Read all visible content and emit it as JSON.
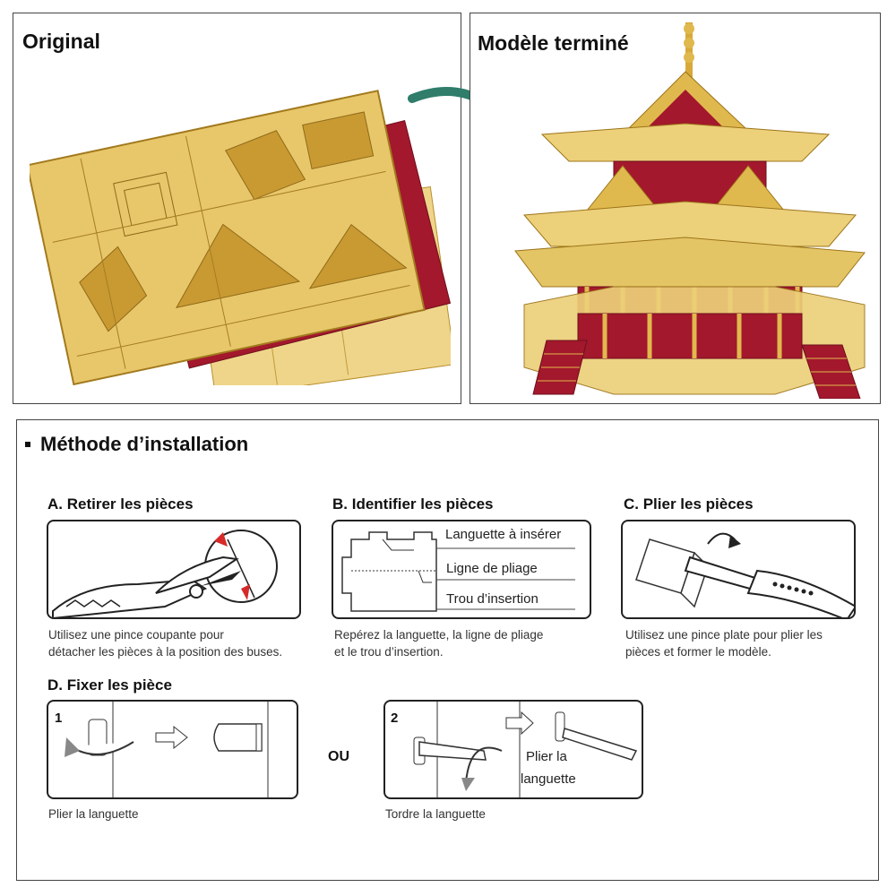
{
  "top": {
    "original_title": "Original",
    "finished_title": "Modèle terminé"
  },
  "instructions": {
    "title": "Méthode d’installation",
    "step_a": {
      "title": "A. Retirer les pièces",
      "caption_line1": "Utilisez une pince coupante pour",
      "caption_line2": "détacher les pièces à la position des buses."
    },
    "step_b": {
      "title": "B. Identifier les pièces",
      "label_tab": "Languette à insérer",
      "label_fold": "Ligne de pliage",
      "label_hole": "Trou d’insertion",
      "caption_line1": "Repérez la languette, la ligne de pliage",
      "caption_line2": "et le trou d’insertion."
    },
    "step_c": {
      "title": "C. Plier les pièces",
      "caption_line1": "Utilisez une pince plate pour plier les",
      "caption_line2": "pièces et former le modèle."
    },
    "step_d": {
      "title": "D. Fixer les pièce",
      "num1": "1",
      "num2": "2",
      "or_label": "OU",
      "bend_label_line1": "Plier la",
      "bend_label_line2": "languette",
      "caption1": "Plier la languette",
      "caption2": "Tordre la languette"
    }
  },
  "colors": {
    "gold": "#e0b94e",
    "red": "#a3182c",
    "arrow": "#2f7d6a"
  }
}
